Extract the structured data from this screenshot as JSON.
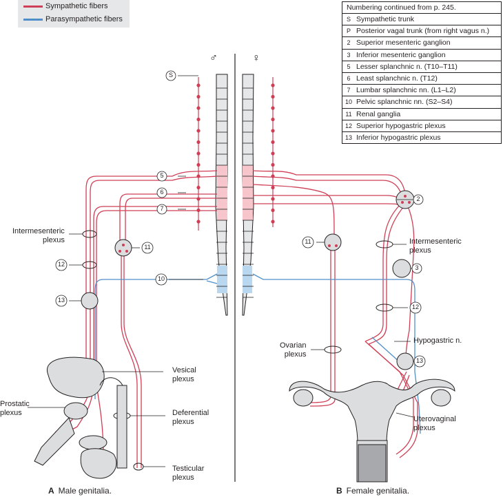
{
  "legend": {
    "items": [
      {
        "label": "Sympathetic fibers",
        "color": "#cf3e55"
      },
      {
        "label": "Parasympathetic fibers",
        "color": "#4f8ec9"
      }
    ]
  },
  "key": {
    "title": "Numbering continued from p. 245.",
    "rows": [
      {
        "num": "S",
        "label": "Sympathetic trunk"
      },
      {
        "num": "P",
        "label": "Posterior vagal trunk (from right vagus n.)"
      },
      {
        "num": "2",
        "label": "Superior mesenteric ganglion"
      },
      {
        "num": "3",
        "label": "Inferior mesenteric ganglion"
      },
      {
        "num": "5",
        "label": "Lesser splanchnic n. (T10–T11)"
      },
      {
        "num": "6",
        "label": "Least splanchnic n. (T12)"
      },
      {
        "num": "7",
        "label": "Lumbar splanchnic nn. (L1–L2)"
      },
      {
        "num": "10",
        "label": "Pelvic splanchnic nn. (S2–S4)"
      },
      {
        "num": "11",
        "label": "Renal ganglia"
      },
      {
        "num": "12",
        "label": "Superior hypogastric plexus"
      },
      {
        "num": "13",
        "label": "Inferior hypogastric plexus"
      }
    ]
  },
  "symbols": {
    "male": "♂",
    "female": "♀"
  },
  "markers": {
    "s": "S",
    "n5": "5",
    "n6": "6",
    "n7": "7",
    "n10": "10",
    "n11_left": "11",
    "n11_right": "11",
    "n12_left": "12",
    "n12_right": "12",
    "n13_left": "13",
    "n13_right": "13",
    "n2": "2",
    "n3": "3"
  },
  "labels": {
    "intermesenteric_left": "Intermesenteric\nplexus",
    "intermesenteric_right": "Intermesenteric\nplexus",
    "vesical": "Vesical\nplexus",
    "prostatic": "Prostatic\nplexus",
    "deferential": "Deferential\nplexus",
    "testicular": "Testicular\nplexus",
    "ovarian": "Ovarian\nplexus",
    "hypogastric": "Hypogastric n.",
    "uterovaginal": "Uterovaginal\nplexus"
  },
  "captions": {
    "a_letter": "A",
    "a_text": "Male genitalia.",
    "b_letter": "B",
    "b_text": "Female genitalia."
  },
  "colors": {
    "sympathetic": "#cf3e55",
    "parasympathetic": "#4f8ec9",
    "organ": "#dcdddf",
    "spinal_pink": "#f7c6cd",
    "spinal_blue": "#b9d7ef"
  }
}
